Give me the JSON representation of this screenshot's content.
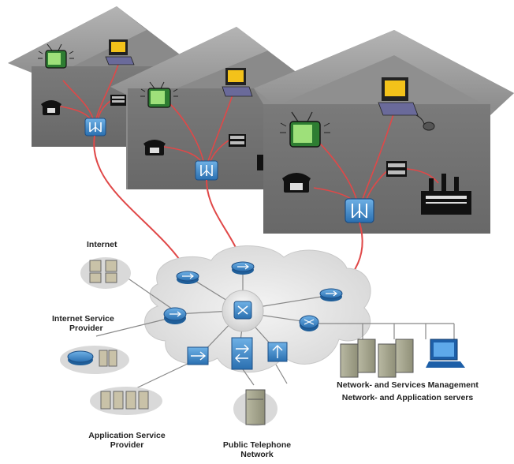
{
  "labels": {
    "internet": "Internet",
    "isp_line1": "Internet Service",
    "isp_line2": "Provider",
    "asp_line1": "Application Service",
    "asp_line2": "Provider",
    "pstn_line1": "Public Telephone",
    "pstn_line2": "Network",
    "mgmt_line1": "Network- and Services Management",
    "mgmt_line2": "Network- and Application servers"
  },
  "colors": {
    "house_wall": "#6f6f6f",
    "house_roof": "#9a9a9a",
    "cable": "#e04848",
    "cloud": "#e4e4e4",
    "device_blue": "#2f80c8",
    "link": "#888888"
  },
  "homes": [
    {
      "devices": [
        "tv-icon",
        "computer-icon",
        "phone-icon",
        "appliance-icon",
        "home-gateway-icon"
      ]
    },
    {
      "devices": [
        "tv-icon",
        "computer-icon",
        "phone-icon",
        "appliance-icon",
        "home-gateway-icon"
      ]
    },
    {
      "devices": [
        "tv-icon",
        "computer-icon",
        "phone-icon",
        "appliance-icon",
        "stove-icon",
        "home-gateway-icon"
      ]
    }
  ]
}
